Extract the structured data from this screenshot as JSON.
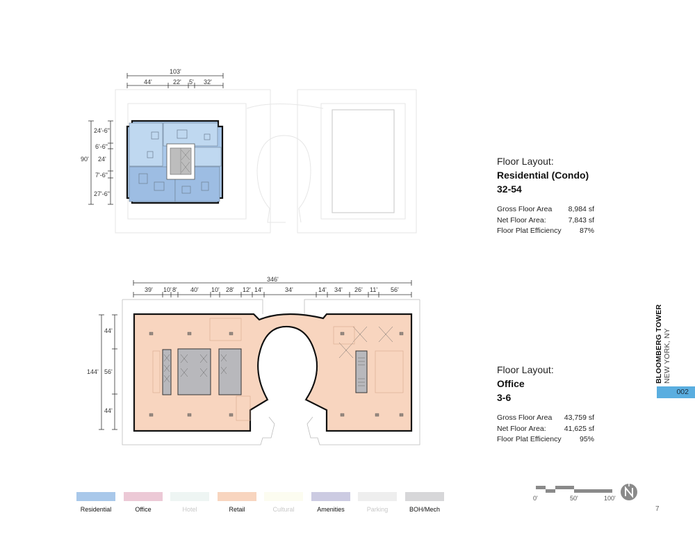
{
  "page": {
    "project_title": "BLOOMBERG TOWER",
    "project_location": "NEW YORK, NY",
    "section_tab": "002",
    "page_number": "7"
  },
  "plans": [
    {
      "id": "residential",
      "heading": "Floor Layout:",
      "use": "Residential (Condo)",
      "floors": "32-54",
      "fill_color": "#a9c8ea",
      "dimensions": {
        "overall_width": "103'",
        "width_segments": [
          "44'",
          "22'",
          "5'",
          "32'"
        ],
        "overall_depth": "90'",
        "depth_segments": [
          "24'-6\"",
          "6'-6\"",
          "24'",
          "7'-6\"",
          "27'-6\""
        ]
      },
      "stats": [
        {
          "label": "Gross Floor Area",
          "value": "8,984 sf"
        },
        {
          "label": "Net Floor Area:",
          "value": "7,843 sf"
        },
        {
          "label": "Floor Plat Efficiency",
          "value": "87%"
        }
      ]
    },
    {
      "id": "office",
      "heading": "Floor Layout:",
      "use": "Office",
      "floors": "3-6",
      "fill_color": "#f8d5bf",
      "dimensions": {
        "overall_width": "346'",
        "width_segments": [
          "39'",
          "10'",
          "8'",
          "40'",
          "10'",
          "28'",
          "12'",
          "14'",
          "34'",
          "14'",
          "34'",
          "26'",
          "11'",
          "56'"
        ],
        "overall_depth": "144'",
        "depth_segments": [
          "44'",
          "56'",
          "44'"
        ]
      },
      "stats": [
        {
          "label": "Gross Floor Area",
          "value": "43,759 sf"
        },
        {
          "label": "Net Floor Area:",
          "value": "41,625 sf"
        },
        {
          "label": "Floor Plat Efficiency",
          "value": "95%"
        }
      ]
    }
  ],
  "legend": [
    {
      "label": "Residential",
      "color": "#a9c8ea",
      "active": true
    },
    {
      "label": "Office",
      "color": "#ecc9d6",
      "active": true
    },
    {
      "label": "Hotel",
      "color": "#eef5f3",
      "active": false
    },
    {
      "label": "Retail",
      "color": "#f8d5bf",
      "active": true
    },
    {
      "label": "Cultural",
      "color": "#fcfcf0",
      "active": false
    },
    {
      "label": "Amenities",
      "color": "#cccbe2",
      "active": true
    },
    {
      "label": "Parking",
      "color": "#eeeeee",
      "active": false
    },
    {
      "label": "BOH/Mech",
      "color": "#d7d7d9",
      "active": true
    }
  ],
  "scale_bar": {
    "labels": [
      "0'",
      "50'",
      "100'"
    ],
    "north_label": "N"
  }
}
